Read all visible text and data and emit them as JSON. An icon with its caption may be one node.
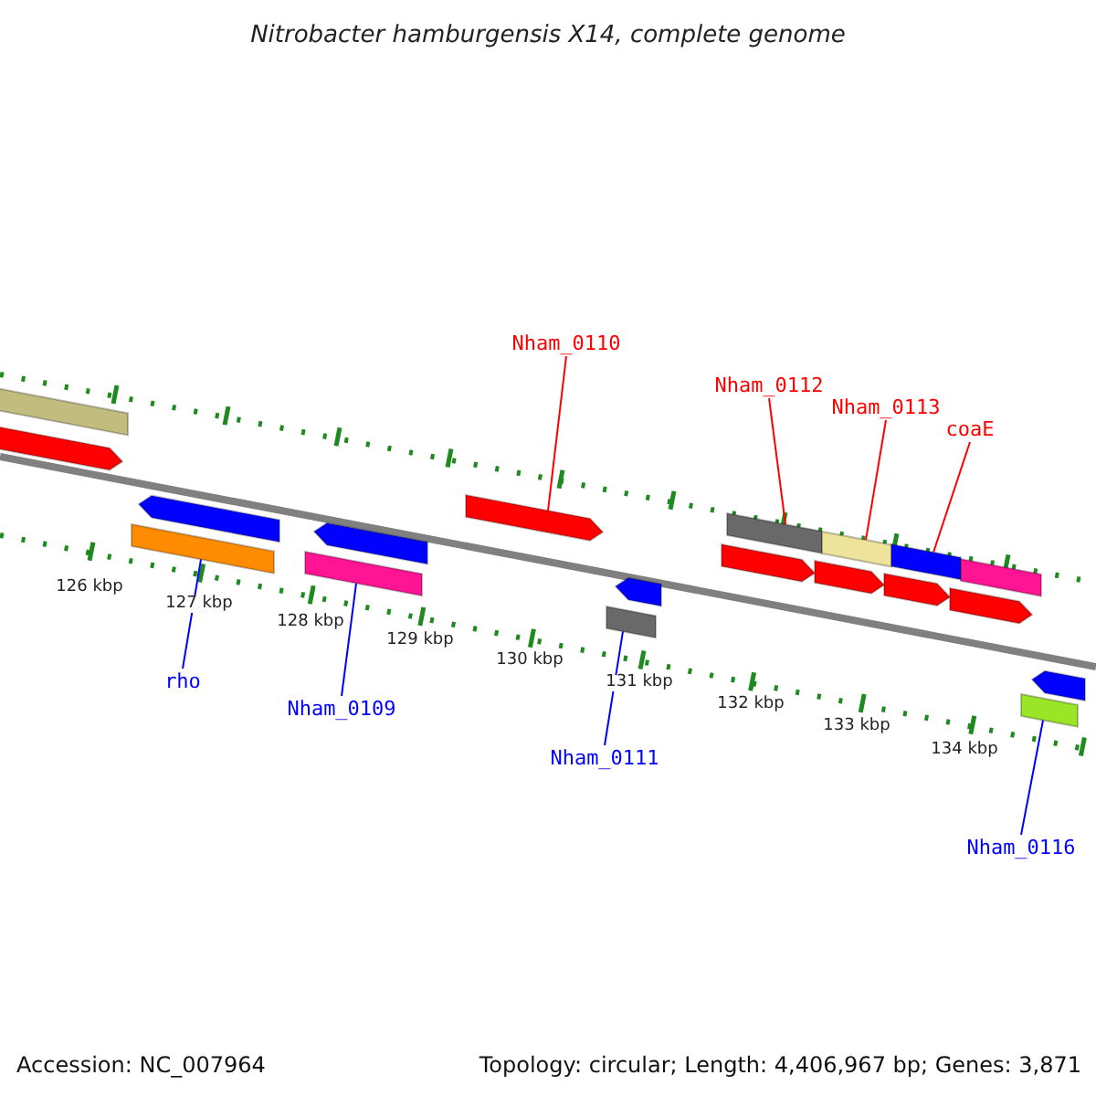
{
  "diagram": {
    "title": "Nitrobacter hamburgensis X14, complete genome",
    "nodes": [
      {
        "text": [
          "Nham_0110"
        ]
      },
      {
        "text": [
          "Nham_0112"
        ]
      },
      {
        "text": [
          "Nham_0113"
        ]
      },
      {
        "text": [
          "coaE"
        ]
      },
      {
        "text": [
          "rho"
        ]
      },
      {
        "text": [
          "Nham_0109"
        ]
      },
      {
        "text": [
          "Nham_0111"
        ]
      },
      {
        "text": [
          "Nham_0116"
        ]
      },
      {
        "text": [],
        "shape": "bar"
      },
      {
        "text": [],
        "shape": "arrow"
      },
      {
        "text": [],
        "shape": "bar"
      },
      {
        "text": [],
        "shape": "arrow"
      },
      {
        "text": [],
        "shape": "bar"
      },
      {
        "text": [],
        "shape": "arrow"
      },
      {
        "text": [],
        "shape": "arrow"
      },
      {
        "text": [],
        "shape": "bar"
      },
      {
        "text": [],
        "shape": "arrow"
      },
      {
        "text": [],
        "shape": "arrow"
      },
      {
        "text": [],
        "shape": "bar"
      },
      {
        "text": [],
        "shape": "arrow"
      },
      {
        "text": [],
        "shape": "bar"
      },
      {
        "text": [],
        "shape": "arrow"
      },
      {
        "text": [],
        "shape": "bar"
      },
      {
        "text": [],
        "shape": "arrow"
      },
      {
        "text": [],
        "shape": "bar"
      },
      {
        "text": [],
        "shape": "bar"
      },
      {
        "text": [],
        "shape": "arrow"
      }
    ],
    "edges": [
      {
        "from": 0,
        "to": 14,
        "arrow": "none",
        "color": "#ff0000"
      },
      {
        "from": 1,
        "to": 18,
        "arrow": "none",
        "color": "#ff0000"
      },
      {
        "from": 2,
        "to": 20,
        "arrow": "none",
        "color": "#ff0000"
      },
      {
        "from": 3,
        "to": 22,
        "arrow": "none",
        "color": "#ff0000"
      },
      {
        "from": 4,
        "to": 10,
        "arrow": "none",
        "color": "#0000ff"
      },
      {
        "from": 5,
        "to": 12,
        "arrow": "none",
        "color": "#0000ff"
      },
      {
        "from": 6,
        "to": 15,
        "arrow": "none",
        "color": "#0000ff"
      },
      {
        "from": 7,
        "to": 25,
        "arrow": "none",
        "color": "#0000ff"
      }
    ],
    "labels": [
      "126 kbp",
      "127 kbp",
      "128 kbp",
      "129 kbp",
      "130 kbp",
      "131 kbp",
      "132 kbp",
      "133 kbp",
      "134 kbp",
      "Accession: NC_007964",
      "Topology: circular; Length: 4,406,967 bp; Genes: 3,871"
    ]
  }
}
